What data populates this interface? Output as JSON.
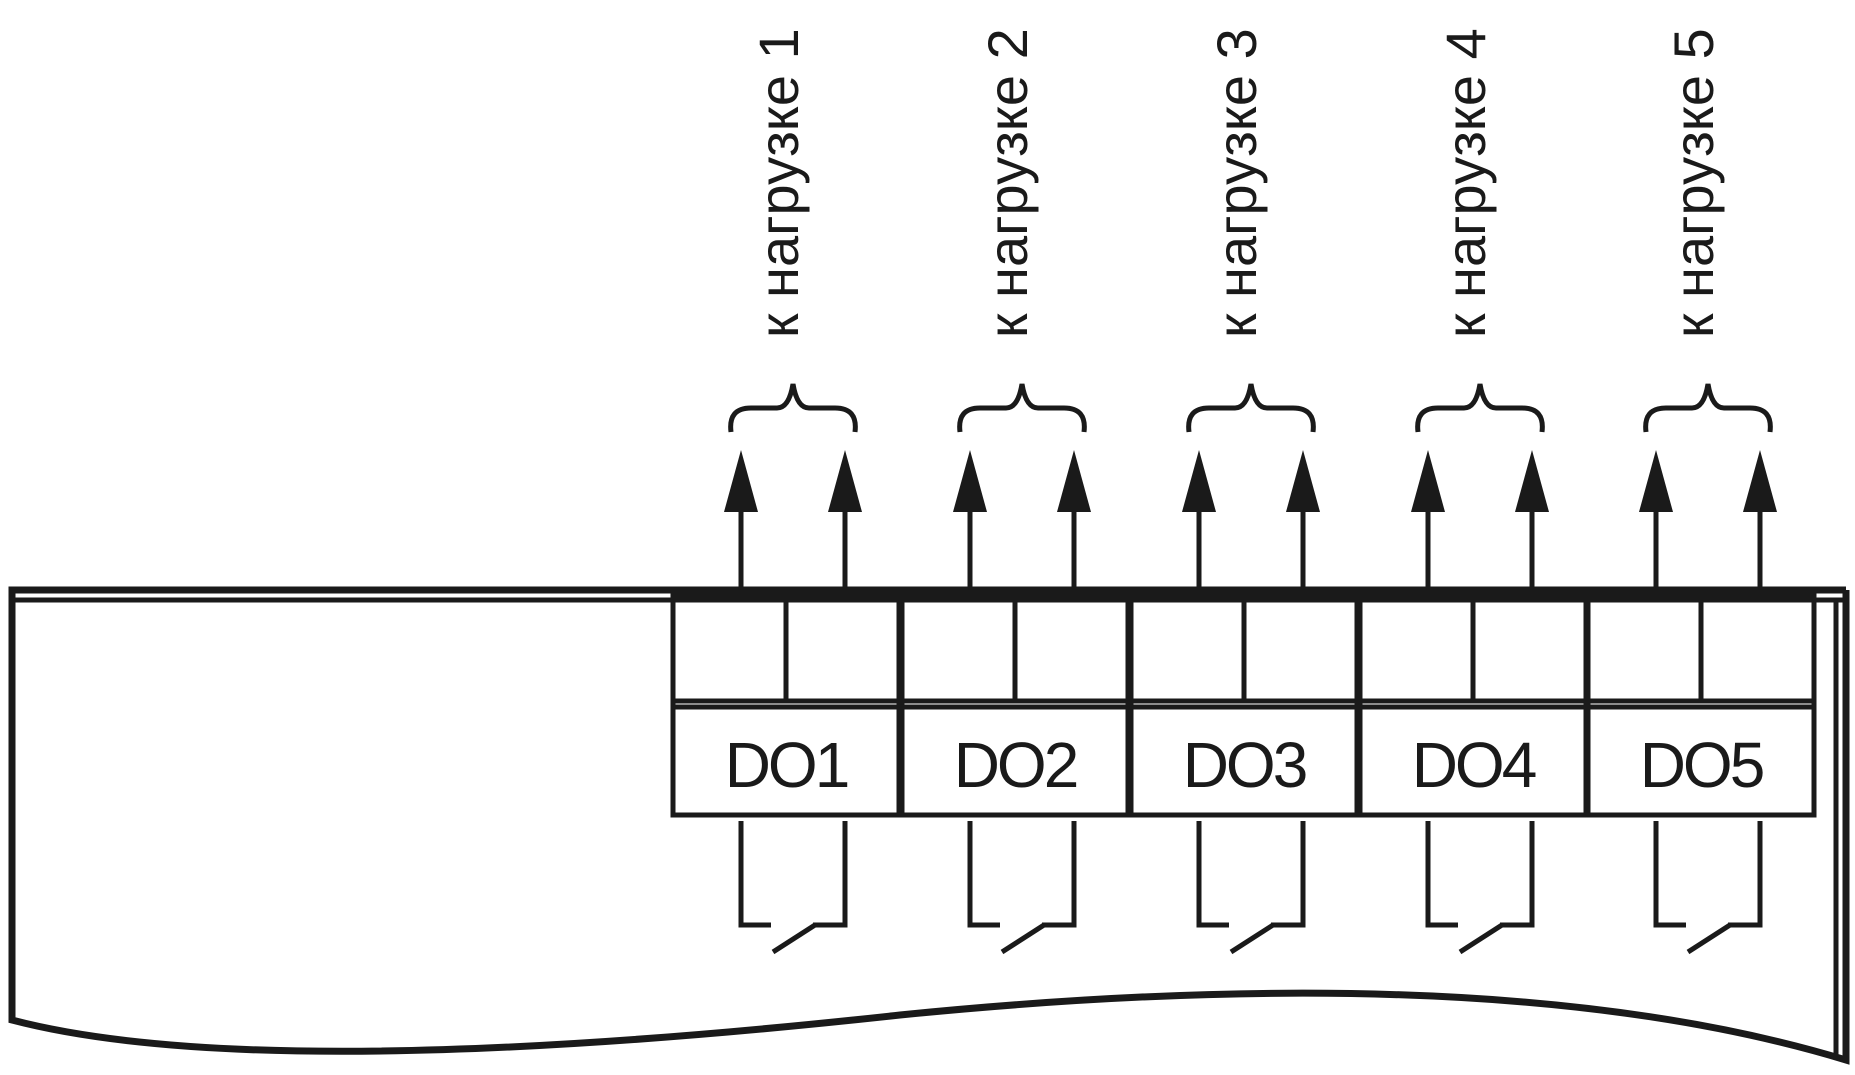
{
  "outputs": [
    {
      "terminal": "DO1",
      "load_label": "к нагрузке 1"
    },
    {
      "terminal": "DO2",
      "load_label": "к нагрузке 2"
    },
    {
      "terminal": "DO3",
      "load_label": "к нагрузке 3"
    },
    {
      "terminal": "DO4",
      "load_label": "к нагрузке 4"
    },
    {
      "terminal": "DO5",
      "load_label": "к нагрузке 5"
    }
  ],
  "colors": {
    "ink": "#1a1a1a",
    "background": "#ffffff"
  },
  "icons": {
    "relay_contact": "normally-open-switch-icon",
    "output_arrow": "arrow-up-icon",
    "group_brace": "curly-brace-icon"
  }
}
